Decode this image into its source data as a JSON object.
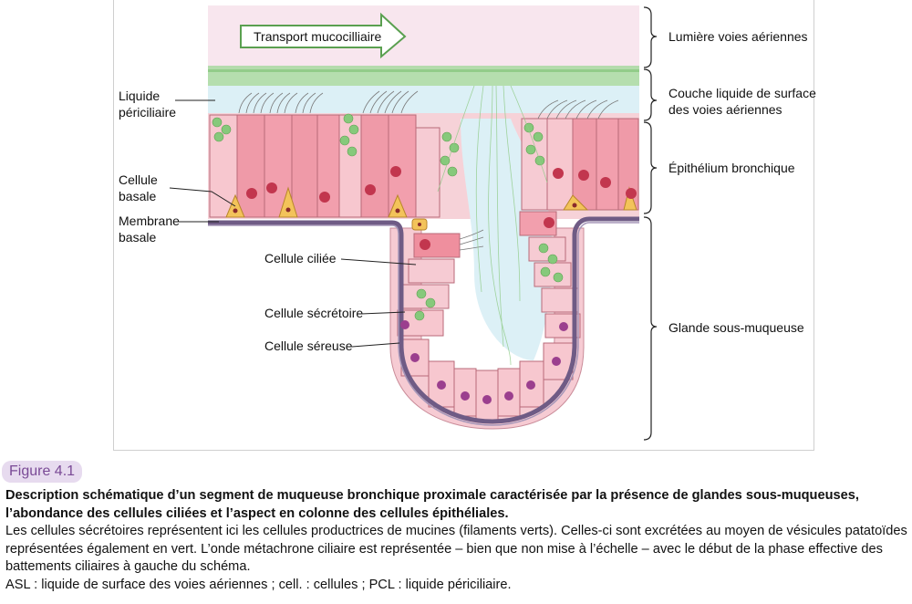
{
  "diagram": {
    "arrow_label": "Transport mucocilliaire",
    "left_labels": {
      "liquide_periciliaire": [
        "Liquide",
        "périciliaire"
      ],
      "cellule_basale": [
        "Cellule",
        "basale"
      ],
      "membrane_basale": [
        "Membrane",
        "basale"
      ],
      "cellule_ciliee": "Cellule ciliée",
      "cellule_secretoire": "Cellule sécrétoire",
      "cellule_sereuse": "Cellule séreuse"
    },
    "right_labels": {
      "lumiere": "Lumière voies aériennes",
      "couche_liquide": [
        "Couche liquide de surface",
        "des voies aériennes"
      ],
      "epithelium": "Épithélium bronchique",
      "glande": "Glande sous-muqueuse"
    },
    "colors": {
      "lumen": "#f8e6ee",
      "mucus": "#9fd49a",
      "asl": "#dcf0f6",
      "cell": "#f2a9b3",
      "cell_dark": "#e07f8d",
      "nucleus": "#c2364e",
      "basal": "#f3c35a",
      "membrane": "#6f5b85",
      "vesicle": "#86c97b",
      "serous_nucleus": "#9b3f8e"
    }
  },
  "figure": {
    "label": "Figure 4.1",
    "title": "Description schématique d’un segment de muqueuse bronchique proximale caractérisée par la présence de glandes sous-muqueuses, l’abondance des cellules ciliées et l’aspect en colonne des cellules épithéliales.",
    "body": "Les cellules sécrétoires représentent ici les cellules productrices de mucines (filaments verts). Celles-ci sont excrétées au moyen de vésicules patatoïdes représentées également en vert. L’onde métachrone ciliaire est représentée – bien que non mise à l’échelle – avec le début de la phase effective des battements ciliaires à gauche du schéma.",
    "abbreviations": "ASL : liquide de surface des voies aériennes ; cell. : cellules ; PCL : liquide périciliaire."
  }
}
